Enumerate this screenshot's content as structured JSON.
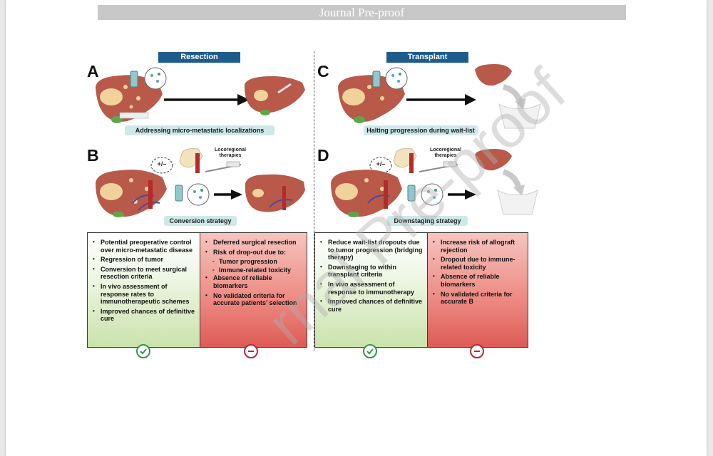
{
  "header": {
    "title": "Journal Pre-proof"
  },
  "panels": {
    "A": {
      "letter": "A",
      "section": "Resection",
      "caption": "Addressing micro-metastatic localizations"
    },
    "B": {
      "letter": "B",
      "caption": "Conversion strategy",
      "therapies": "Locoregional\ntherapies",
      "combo": "+/–"
    },
    "C": {
      "letter": "C",
      "section": "Transplant",
      "caption": "Halting progression during wait-list"
    },
    "D": {
      "letter": "D",
      "caption": "Downstaging strategy",
      "therapies": "Locoregional\ntherapies",
      "combo": "+/–"
    }
  },
  "boxes": {
    "resection_pros": [
      {
        "text": "Potential preoperative control over micro-metastatic disease"
      },
      {
        "text": "Regression of tumor"
      },
      {
        "text": "Conversion to meet surgical resection criteria"
      },
      {
        "text": "In vivo assessment of response rates to immunotherapeutic schemes"
      },
      {
        "text": "Improved chances of definitive cure"
      }
    ],
    "resection_cons": [
      {
        "text": "Deferred surgical resection"
      },
      {
        "text": "Risk of drop-out due to:"
      },
      {
        "text": "Tumor progression",
        "sub": true
      },
      {
        "text": "Immune-related toxicity",
        "sub": true
      },
      {
        "text": "Absence of reliable biomarkers"
      },
      {
        "text": "No validated criteria for accurate patients’ selection"
      }
    ],
    "transplant_pros": [
      {
        "text": "Reduce wait-list dropouts due to tumor progression (bridging therapy)"
      },
      {
        "text": "Downstaging to within transplant criteria"
      },
      {
        "text": "In vivo assessment of response to immunotherapy"
      },
      {
        "text": "Improved chances of definitive cure"
      }
    ],
    "transplant_cons": [
      {
        "text": "Increase risk of allograft rejection"
      },
      {
        "text": "Dropout due to immune-related toxicity"
      },
      {
        "text": "Absence of reliable biomarkers"
      },
      {
        "text": "No validated criteria for accurate B"
      }
    ]
  },
  "watermark": "rnal Pre-proof",
  "colors": {
    "section_blue": "#1f5c8c",
    "caption_teal": "#cfe9ea",
    "liver": "#b8594a",
    "pro_green": "#2e9a44",
    "con_red": "#b0273a"
  }
}
